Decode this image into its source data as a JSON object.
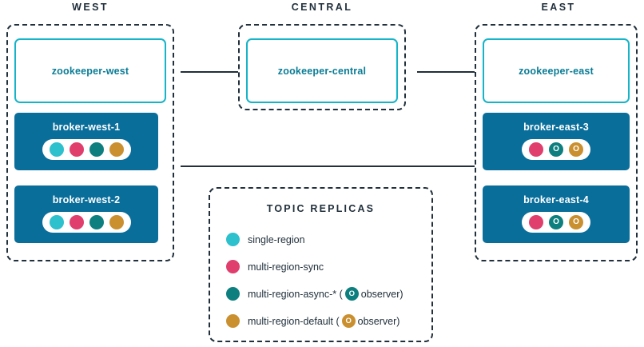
{
  "colors": {
    "dark": "#21303c",
    "broker_fill": "#0a6e9b",
    "zk_border": "#16b4c8",
    "zk_text": "#0a7c95",
    "single_region": "#2dc0cd",
    "multi_region_sync": "#e03e6d",
    "multi_region_async": "#0d7f7f",
    "multi_region_default": "#ca9030"
  },
  "regions": [
    {
      "name": "west",
      "title": "WEST",
      "zookeeper": {
        "label": "zookeeper-west"
      },
      "brokers": [
        {
          "label": "broker-west-1",
          "replicas": [
            {
              "type": "single-region",
              "color": "#2dc0cd",
              "observer": false
            },
            {
              "type": "multi-region-sync",
              "color": "#e03e6d",
              "observer": false
            },
            {
              "type": "multi-region-async",
              "color": "#0d7f7f",
              "observer": false
            },
            {
              "type": "multi-region-default",
              "color": "#ca9030",
              "observer": false
            }
          ]
        },
        {
          "label": "broker-west-2",
          "replicas": [
            {
              "type": "single-region",
              "color": "#2dc0cd",
              "observer": false
            },
            {
              "type": "multi-region-sync",
              "color": "#e03e6d",
              "observer": false
            },
            {
              "type": "multi-region-async",
              "color": "#0d7f7f",
              "observer": false
            },
            {
              "type": "multi-region-default",
              "color": "#ca9030",
              "observer": false
            }
          ]
        }
      ]
    },
    {
      "name": "central",
      "title": "CENTRAL",
      "zookeeper": {
        "label": "zookeeper-central"
      },
      "brokers": []
    },
    {
      "name": "east",
      "title": "EAST",
      "zookeeper": {
        "label": "zookeeper-east"
      },
      "brokers": [
        {
          "label": "broker-east-3",
          "replicas": [
            {
              "type": "multi-region-sync",
              "color": "#e03e6d",
              "observer": false
            },
            {
              "type": "multi-region-async",
              "color": "#0d7f7f",
              "observer": true,
              "observer_label": "O"
            },
            {
              "type": "multi-region-default",
              "color": "#ca9030",
              "observer": true,
              "observer_label": "O"
            }
          ]
        },
        {
          "label": "broker-east-4",
          "replicas": [
            {
              "type": "multi-region-sync",
              "color": "#e03e6d",
              "observer": false
            },
            {
              "type": "multi-region-async",
              "color": "#0d7f7f",
              "observer": true,
              "observer_label": "O"
            },
            {
              "type": "multi-region-default",
              "color": "#ca9030",
              "observer": true,
              "observer_label": "O"
            }
          ]
        }
      ]
    }
  ],
  "legend": {
    "title": "TOPIC REPLICAS",
    "items": [
      {
        "color": "#2dc0cd",
        "label": "single-region",
        "prefix": "single-region",
        "suffix": "",
        "observer": false
      },
      {
        "color": "#e03e6d",
        "label": "multi-region-sync",
        "prefix": "multi-region-sync",
        "suffix": "",
        "observer": false
      },
      {
        "color": "#0d7f7f",
        "label": "multi-region-async-* ( O observer)",
        "prefix": "multi-region-async-* (",
        "suffix": "observer)",
        "observer": true,
        "observer_label": "O"
      },
      {
        "color": "#ca9030",
        "label": "multi-region-default ( O observer)",
        "prefix": "multi-region-default (",
        "suffix": "observer)",
        "observer": true,
        "observer_label": "O"
      }
    ]
  }
}
